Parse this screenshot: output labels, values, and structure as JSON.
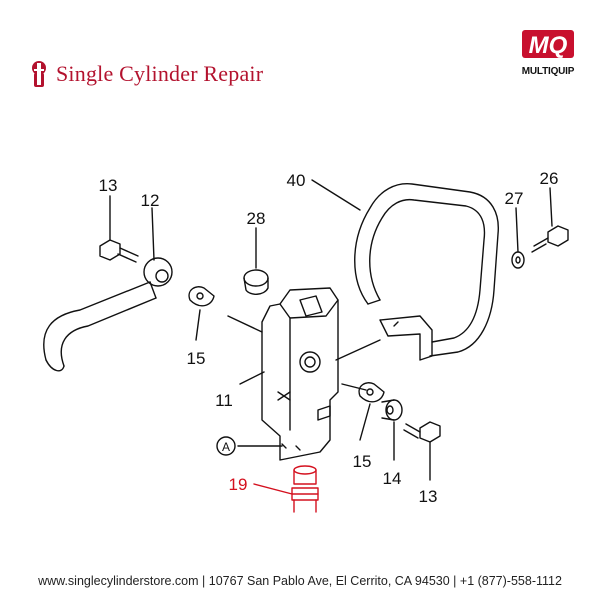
{
  "header": {
    "brand_name": "Single Cylinder Repair",
    "logo_text": "MQ",
    "logo_subtext": "MULTIQUIP"
  },
  "callouts": [
    {
      "id": "p13a",
      "label": "13"
    },
    {
      "id": "p12",
      "label": "12"
    },
    {
      "id": "p28",
      "label": "28"
    },
    {
      "id": "p40",
      "label": "40"
    },
    {
      "id": "p27",
      "label": "27"
    },
    {
      "id": "p26",
      "label": "26"
    },
    {
      "id": "p15a",
      "label": "15"
    },
    {
      "id": "p11",
      "label": "11"
    },
    {
      "id": "pA",
      "label": "A"
    },
    {
      "id": "p19",
      "label": "19",
      "highlight": true
    },
    {
      "id": "p15b",
      "label": "15"
    },
    {
      "id": "p14",
      "label": "14"
    },
    {
      "id": "p13b",
      "label": "13"
    }
  ],
  "footer": {
    "website": "www.singlecylinderstore.com",
    "address": "10767 San Pablo Ave, El Cerrito, CA 94530",
    "phone": "+1 (877)-558-1112",
    "separator": "|"
  },
  "colors": {
    "brand_red": "#b3122e",
    "highlight_red": "#d4101e",
    "line": "#111111"
  }
}
